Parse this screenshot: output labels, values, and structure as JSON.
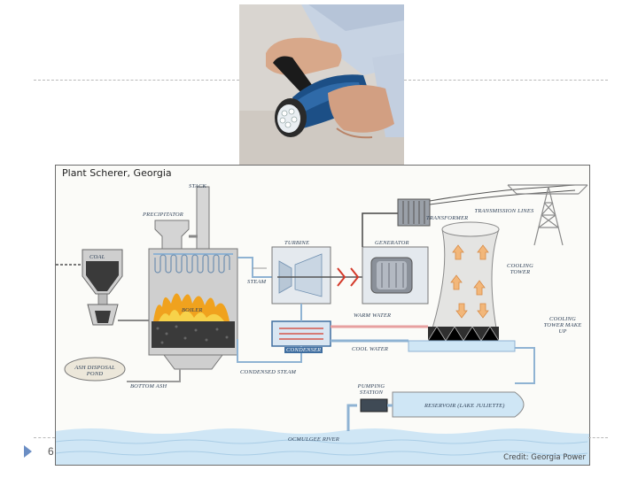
{
  "slide": {
    "page_number": "6"
  },
  "photo": {
    "icon": "hand-crank-flashlight-photo"
  },
  "diagram": {
    "title": "Plant Scherer, Georgia",
    "credit": "Credit: Georgia Power",
    "labels": {
      "stack": "Stack",
      "precipitator": "Precipitator",
      "coal": "Coal",
      "boiler": "Boiler",
      "turbine": "Turbine",
      "generator": "Generator",
      "transformer": "Transformer",
      "transmission_lines": "Transmission Lines",
      "steam": "Steam",
      "warm_water": "Warm Water",
      "cool_water": "Cool Water",
      "condenser": "Condenser",
      "condensed_steam": "Condensed Steam",
      "cooling_tower": "Cooling Tower",
      "cooling_tower_makeup": "Cooling Tower Make Up",
      "ash_disposal_pond": "Ash Disposal Pond",
      "bottom_ash": "Bottom Ash",
      "pumping_station": "Pumping Station",
      "reservoir": "Reservoir (Lake Juliette)",
      "river": "Ocmulgee River"
    }
  },
  "colors": {
    "water": "#cfe6f5",
    "pipe": "#8fb3d3",
    "fire": "#f0a21e",
    "coal": "#3a3a3a",
    "tower": "#e4e4e2",
    "accent": "#6b8ec4"
  }
}
